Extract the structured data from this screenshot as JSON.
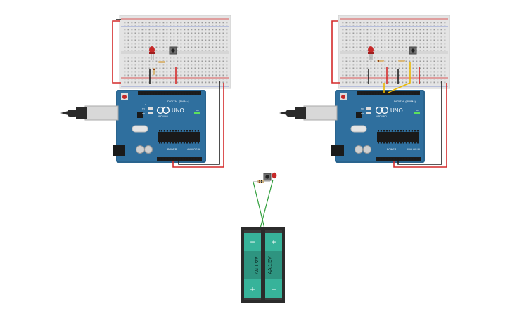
{
  "colors": {
    "canvas_bg": "#ffffff",
    "breadboard": "#e6e6e6",
    "arduino_board": "#2f6f9e",
    "wire_red": "#d42a2a",
    "wire_black": "#222222",
    "wire_yellow": "#e9b800",
    "wire_green": "#2e9e3a",
    "led_red": "#c62828",
    "battery_teal": "#37b39a",
    "battery_case": "#2b2b2b"
  },
  "arduino": {
    "logo_text": "UNO",
    "brand_text": "ARDUINO",
    "digital_label": "DIGITAL (PWM~)",
    "power_label": "POWER",
    "analog_label": "ANALOG IN",
    "tx_label": "TX",
    "rx_label": "RX",
    "l_label": "L",
    "on_label": "ON"
  },
  "battery": {
    "cell_left_label": "AA 1.5V",
    "cell_right_label": "AA 1.5V",
    "minus": "−",
    "plus": "+"
  },
  "icons": {
    "usb": "usb-plug-icon",
    "led": "led-icon",
    "button": "pushbutton-icon",
    "resistor": "resistor-icon"
  }
}
